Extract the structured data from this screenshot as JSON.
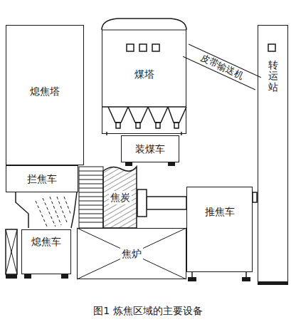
{
  "diagram": {
    "caption": "图1 炼焦区域的主要设备",
    "nodes": [
      {
        "text": [
          "熄焦塔"
        ]
      },
      {
        "text": [
          "煤塔"
        ]
      },
      {
        "text": [
          "皮带输送机"
        ]
      },
      {
        "text": [
          "转运站"
        ]
      },
      {
        "text": [
          "装煤车"
        ]
      },
      {
        "text": [
          "拦焦车"
        ]
      },
      {
        "text": [
          "焦炭"
        ]
      },
      {
        "text": [
          "推焦车"
        ]
      },
      {
        "text": [
          "熄焦车"
        ]
      },
      {
        "text": [
          "焦炉"
        ]
      }
    ]
  }
}
